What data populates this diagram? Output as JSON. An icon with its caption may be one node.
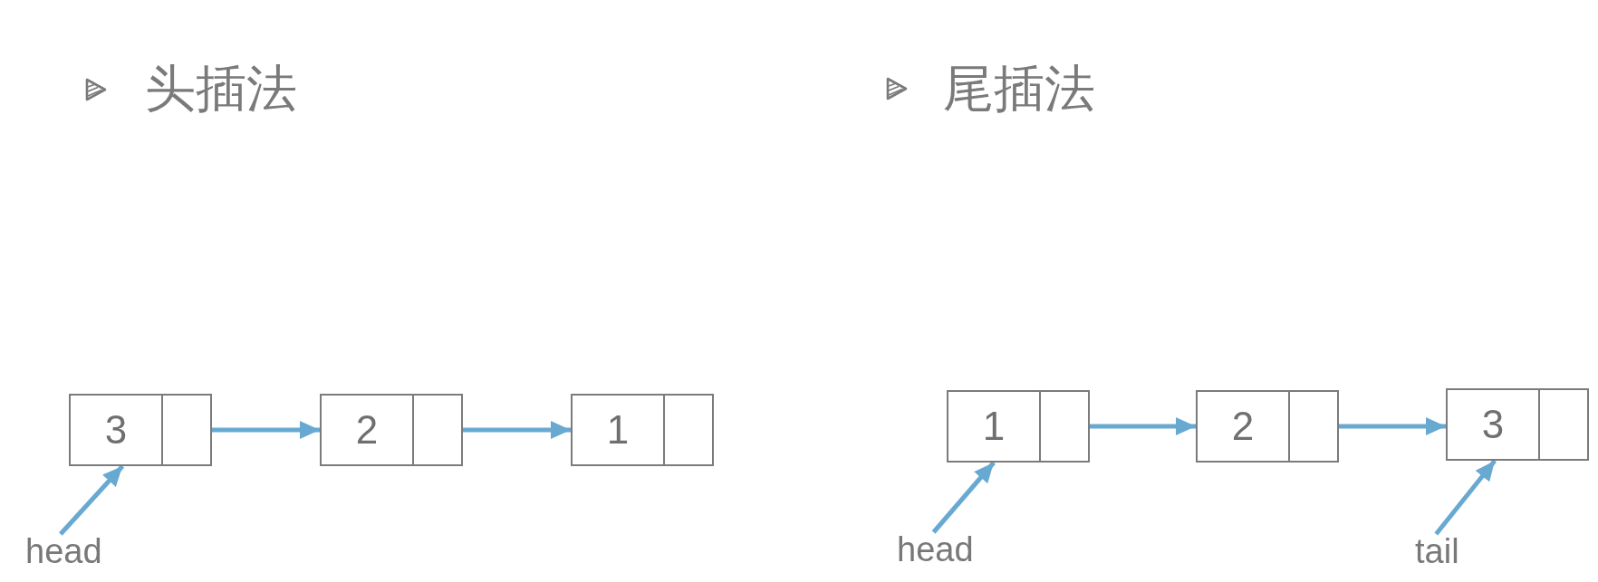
{
  "diagram": {
    "nodes": [
      {
        "text": [
          "3"
        ]
      },
      {
        "text": [],
        "shape": "box"
      },
      {
        "text": [
          "2"
        ]
      },
      {
        "text": [],
        "shape": "box"
      },
      {
        "text": [
          "1"
        ]
      },
      {
        "text": [],
        "shape": "box"
      },
      {
        "text": [
          "head"
        ]
      },
      {
        "text": [
          "1"
        ]
      },
      {
        "text": [],
        "shape": "box"
      },
      {
        "text": [
          "2"
        ]
      },
      {
        "text": [],
        "shape": "box"
      },
      {
        "text": [
          "3"
        ]
      },
      {
        "text": [],
        "shape": "box"
      },
      {
        "text": [
          "head"
        ]
      },
      {
        "text": [
          "tail"
        ]
      }
    ],
    "edges": [
      {
        "from": 1,
        "to": 2,
        "arrow": "to"
      },
      {
        "from": 3,
        "to": 4,
        "arrow": "to"
      },
      {
        "from": 6,
        "to": 0,
        "arrow": "to"
      },
      {
        "from": 8,
        "to": 9,
        "arrow": "to"
      },
      {
        "from": 10,
        "to": 11,
        "arrow": "to"
      },
      {
        "from": 13,
        "to": 7,
        "arrow": "to"
      },
      {
        "from": 14,
        "to": 11,
        "arrow": "to"
      }
    ],
    "labels": [
      "头插法",
      "尾插法"
    ]
  }
}
